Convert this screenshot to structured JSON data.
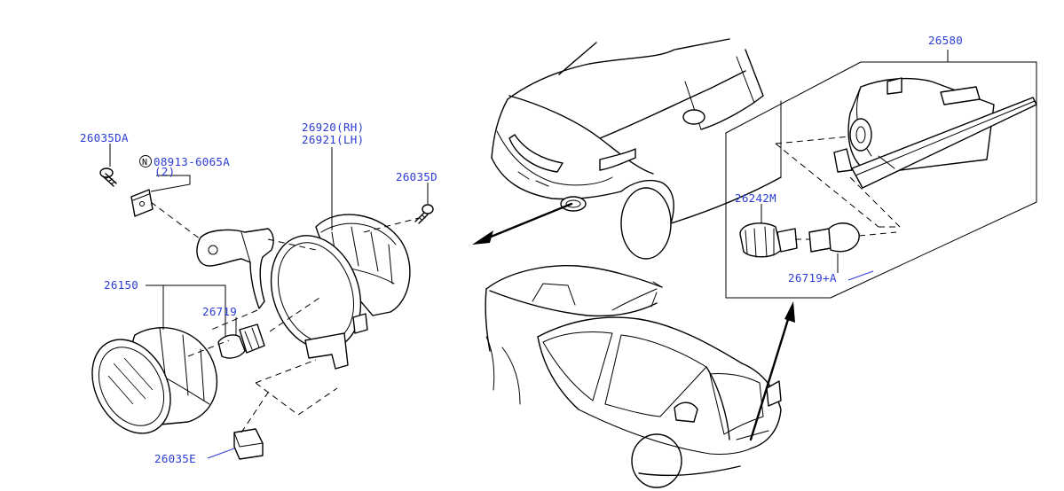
{
  "labels": {
    "p26035DA": "26035DA",
    "p08913_a": "08913-6065A",
    "p08913_n": "N",
    "p08913_b": "(2)",
    "p26920": "26920(RH)",
    "p26921": "26921(LH)",
    "p26035D": "26035D",
    "p26150": "26150",
    "p26719": "26719",
    "p26035E": "26035E",
    "p26580": "26580",
    "p26242M": "26242M",
    "p26719A": "26719+A"
  },
  "colors": {
    "label": "#2b3bd6",
    "line": "#000000",
    "background": "#ffffff"
  }
}
